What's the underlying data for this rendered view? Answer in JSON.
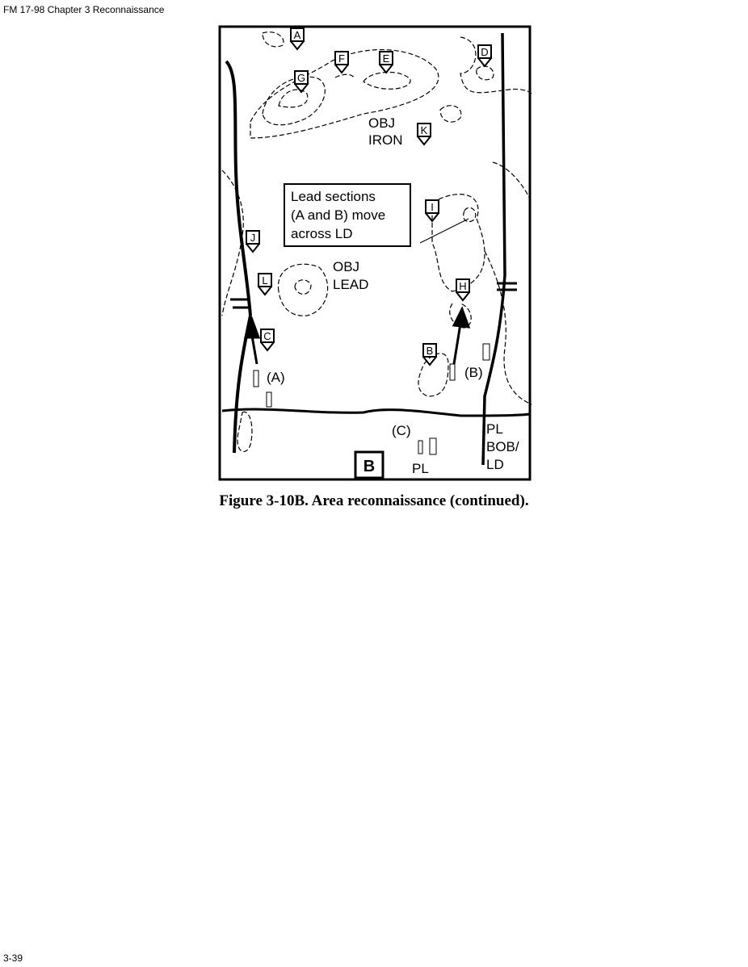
{
  "header": "FM 17-98 Chapter 3 Reconnaissance",
  "footer": "3-39",
  "figure": {
    "caption": "Figure 3-10B. Area reconnaissance (continued).",
    "panel_label": "B",
    "callout": [
      "Lead sections",
      "(A and B) move",
      "across LD"
    ],
    "objectives": {
      "iron": [
        "OBJ",
        "IRON"
      ],
      "lead": [
        "OBJ",
        "LEAD"
      ]
    },
    "sections": [
      "(A)",
      "(B)",
      "(C)"
    ],
    "phase_line_right": [
      "PL",
      "BOB/",
      "LD"
    ],
    "phase_line_bottom": "PL",
    "markers": [
      "A",
      "B",
      "C",
      "D",
      "E",
      "F",
      "G",
      "H",
      "I",
      "J",
      "K",
      "L"
    ]
  }
}
